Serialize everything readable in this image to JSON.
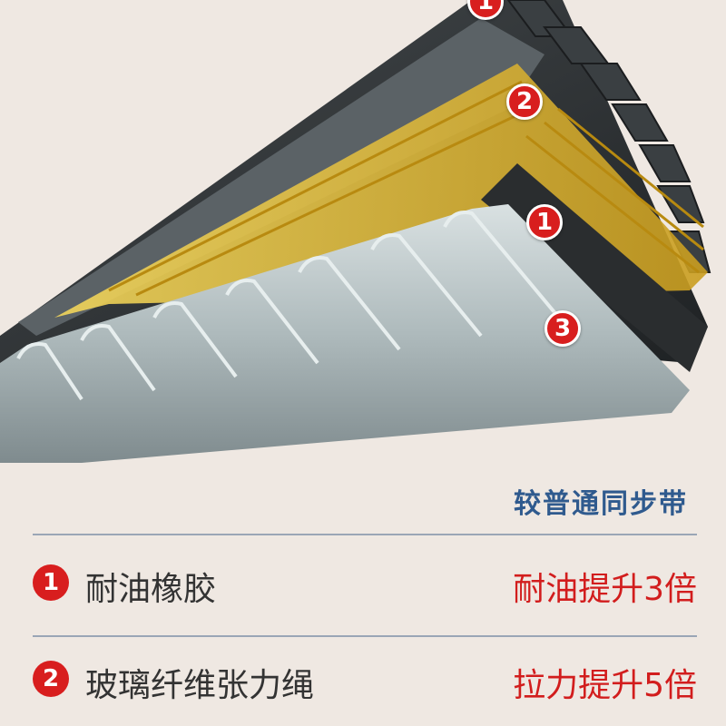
{
  "illustration": {
    "name": "timing-belt-cross-section",
    "colors": {
      "rubber": "#2e3234",
      "cords": "#e7c23c",
      "fabric": "#bcc7c9",
      "badge": "#d81e1e"
    },
    "badges": [
      "1",
      "2",
      "1",
      "3"
    ]
  },
  "subtitle": "较普通同步带",
  "features": [
    {
      "number": "1",
      "label": "耐油橡胶",
      "benefit": "耐油提升3倍"
    },
    {
      "number": "2",
      "label": "玻璃纤维张力绳",
      "benefit": "拉力提升5倍"
    }
  ],
  "colors": {
    "background": "#efe8e2",
    "subtitle": "#2f5a8e",
    "benefit": "#d21d1d",
    "text": "#333333"
  }
}
